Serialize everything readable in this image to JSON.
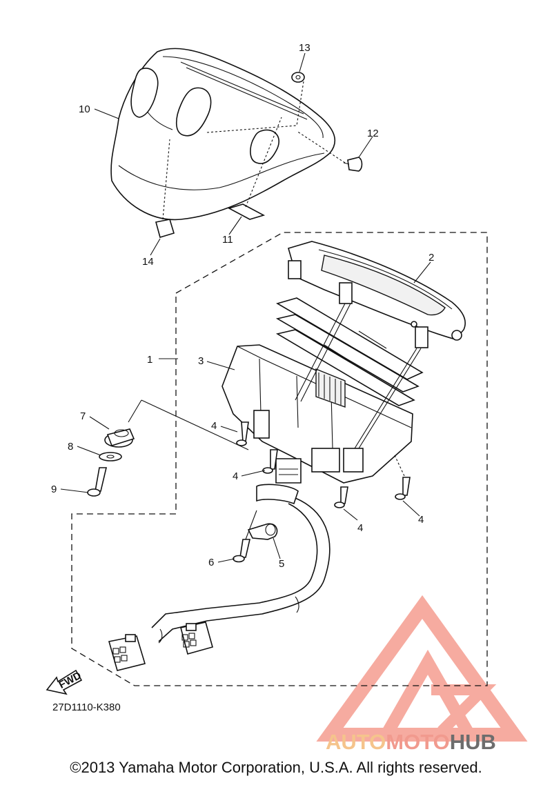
{
  "callouts": [
    "1",
    "2",
    "3",
    "4",
    "4",
    "4",
    "4",
    "5",
    "6",
    "7",
    "8",
    "9",
    "10",
    "11",
    "12",
    "13",
    "14"
  ],
  "diagram_code": "27D1110-K380",
  "fwd_label": "FWD",
  "logo": {
    "part1": "AUTO",
    "part2": "MOTO",
    "part3": "HUB",
    "color_orange": "#f5c48c",
    "color_red": "#f19a8e",
    "color_grey": "#6d6d6d"
  },
  "copyright": "©2013 Yamaha Motor Corporation, U.S.A. All rights reserved."
}
